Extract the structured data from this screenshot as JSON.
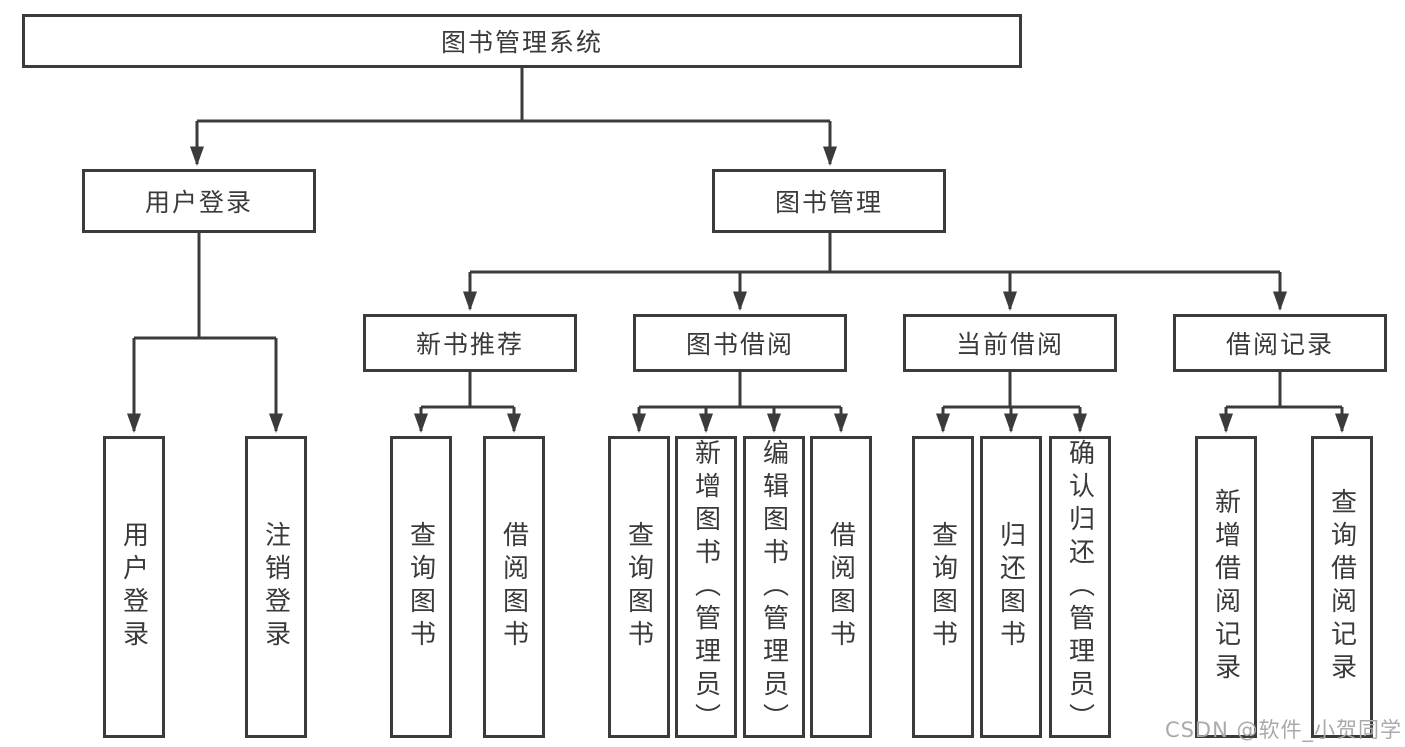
{
  "nodes": {
    "root": "图书管理系统",
    "user_login": "用户登录",
    "book_mgmt": "图书管理",
    "new_books": "新书推荐",
    "book_borrow": "图书借阅",
    "current_borrow": "当前借阅",
    "borrow_records": "借阅记录",
    "leaf_user_login": "用户登录",
    "leaf_logout": "注销登录",
    "leaf_search_books_1": "查询图书",
    "leaf_borrow_books_1": "借阅图书",
    "leaf_search_books_2": "查询图书",
    "leaf_add_books_admin": "新增图书（管理员）",
    "leaf_edit_books_admin": "编辑图书（管理员）",
    "leaf_borrow_books_2": "借阅图书",
    "leaf_search_books_3": "查询图书",
    "leaf_return_books": "归还图书",
    "leaf_confirm_return_admin": "确认归还（管理员）",
    "leaf_add_borrow_record": "新增借阅记录",
    "leaf_search_borrow_record": "查询借阅记录"
  },
  "watermark": "CSDN @软件_小贺同学",
  "colors": {
    "border": "#3b3b3b",
    "text": "#3a3a3a",
    "watermark": "#a9a9a9"
  }
}
